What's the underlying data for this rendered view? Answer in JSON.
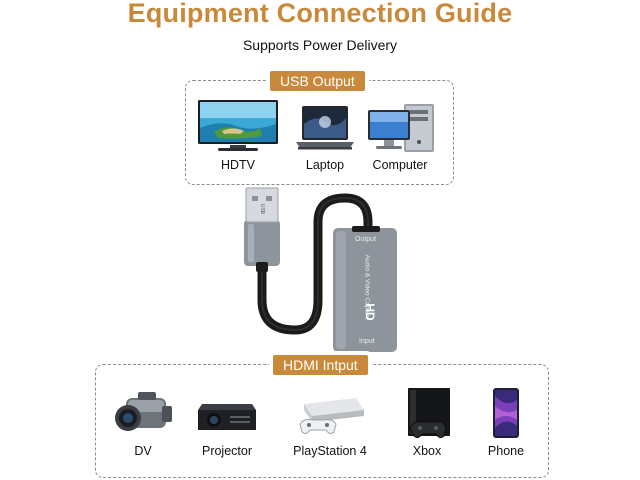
{
  "header": {
    "title": "Equipment Connection Guide",
    "subtitle": "Supports Power Delivery"
  },
  "usb_section": {
    "tag": "USB Output",
    "devices": [
      {
        "label": "HDTV",
        "icon": "hdtv-icon"
      },
      {
        "label": "Laptop",
        "icon": "laptop-icon"
      },
      {
        "label": "Computer",
        "icon": "computer-icon"
      }
    ]
  },
  "adapter": {
    "output_label": "Output",
    "input_label": "Input",
    "body_text": "Audio & Video Capture",
    "logo_text": "HD",
    "plug_text": "USB",
    "colors": {
      "body": "#8d949c",
      "cable": "#1b1b1b",
      "accent": "#c8893a"
    }
  },
  "hdmi_section": {
    "tag": "HDMI Intput",
    "devices": [
      {
        "label": "DV",
        "icon": "camcorder-icon"
      },
      {
        "label": "Projector",
        "icon": "projector-icon"
      },
      {
        "label": "PlayStation 4",
        "icon": "playstation-icon"
      },
      {
        "label": "Xbox",
        "icon": "xbox-icon"
      },
      {
        "label": "Phone",
        "icon": "phone-icon"
      }
    ]
  }
}
